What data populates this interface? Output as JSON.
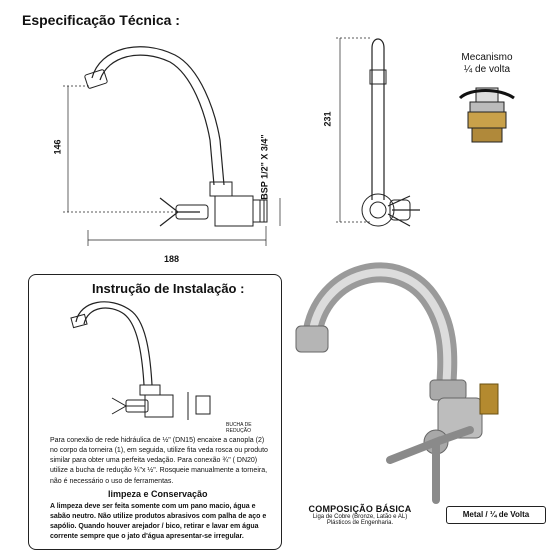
{
  "spec": {
    "title": "Especificação Técnica :",
    "dim_height_left": "146",
    "dim_width_bottom": "188",
    "dim_height_right": "231",
    "thread_label": "BSP 1/2\" X 3/4\""
  },
  "mechanism": {
    "line1": "Mecanismo",
    "line2": "¼ de volta"
  },
  "install": {
    "title": "Instrução de Instalação :",
    "reducer_label": "BUCHA DE REDUÇÃO",
    "instructions": "Para conexão de rede hidráulica de ½\" (DN15) encaixe a canopla (2) no corpo da torneira (1), em seguida, utilize fita veda rosca ou produto similar para obter uma perfeita vedação. Para conexão ¾\" ( DN20) utilize a bucha de redução ¾\"x ½\". Rosqueie manualmente a torneira, não é necessário o uso de ferramentas.",
    "cleaning_title": "limpeza e Conservação",
    "cleaning_text": "A limpeza deve ser feita somente com um pano macio, água e sabão neutro. Não utilize produtos abrasivos com palha de aço e sapólio. Quando houver arejador / bico, retirar e lavar em água corrente sempre que o jato d'água apresentar-se irregular."
  },
  "composition": {
    "title": "COMPOSIÇÃO BÁSICA",
    "line1": "Liga de Cobre (Bronze, Latão e AL)",
    "line2": "Plásticos de Engenharia."
  },
  "finish": {
    "label": "Metal / ¼ de Volta"
  }
}
